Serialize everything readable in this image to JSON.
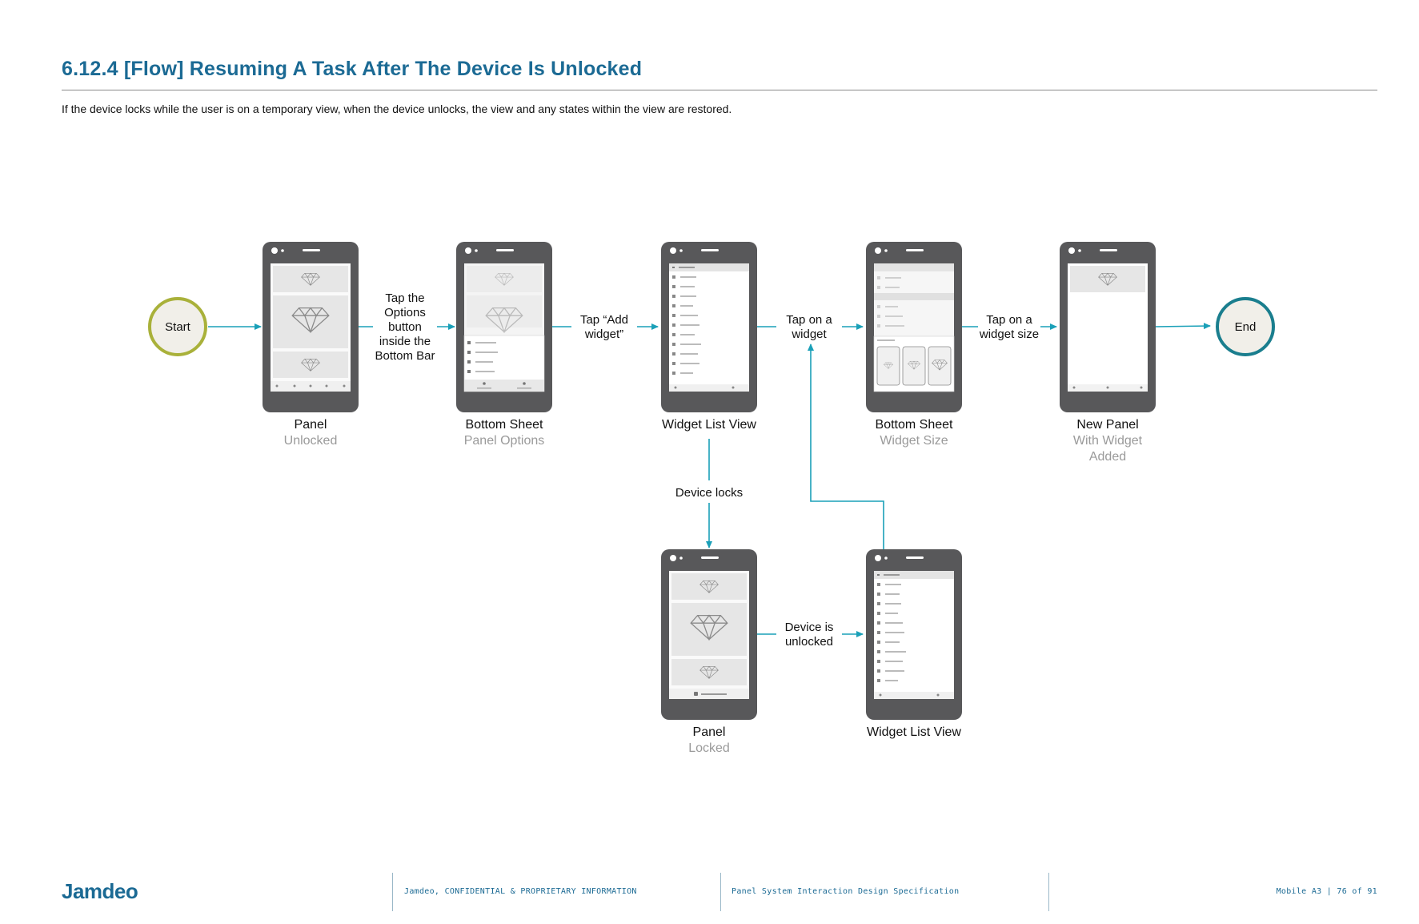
{
  "header": {
    "title": "6.12.4  [Flow] Resuming A Task After The Device Is Unlocked",
    "description": "If the device locks while the user is on a temporary view, when the device unlocks, the view and any states within the view are restored."
  },
  "nodes": {
    "start": "Start",
    "end": "End"
  },
  "screens": [
    {
      "id": "s1",
      "title": "Panel",
      "subtitle": "Unlocked"
    },
    {
      "id": "s2",
      "title": "Bottom Sheet",
      "subtitle": "Panel Options"
    },
    {
      "id": "s3",
      "title": "Widget List View",
      "subtitle": ""
    },
    {
      "id": "s4",
      "title": "Bottom Sheet",
      "subtitle": "Widget Size"
    },
    {
      "id": "s5",
      "title": "New Panel",
      "subtitle": "With Widget\nAdded"
    },
    {
      "id": "s6",
      "title": "Panel",
      "subtitle": "Locked"
    },
    {
      "id": "s7",
      "title": "Widget List View",
      "subtitle": ""
    }
  ],
  "transitions": [
    {
      "id": "t1",
      "label": "Tap the\nOptions\nbutton\ninside the\nBottom Bar"
    },
    {
      "id": "t2",
      "label": "Tap “Add\nwidget”"
    },
    {
      "id": "t3",
      "label": "Tap on a\nwidget"
    },
    {
      "id": "t4",
      "label": "Tap on a\nwidget size"
    },
    {
      "id": "t5",
      "label": "Device locks"
    },
    {
      "id": "t6",
      "label": "Device is\nunlocked"
    }
  ],
  "colors": {
    "accent": "#1b6a94",
    "arrow": "#1aa0b8",
    "start_ring": "#a9b13a",
    "end_ring": "#1a7e8e",
    "node_fill": "#f1efe9",
    "phone_body": "#58585a"
  },
  "footer": {
    "logo": "Jamdeo",
    "confidential": "Jamdeo, CONFIDENTIAL & PROPRIETARY INFORMATION",
    "spec": "Panel System Interaction Design Specification",
    "page": "Mobile A3 | 76 of 91"
  }
}
